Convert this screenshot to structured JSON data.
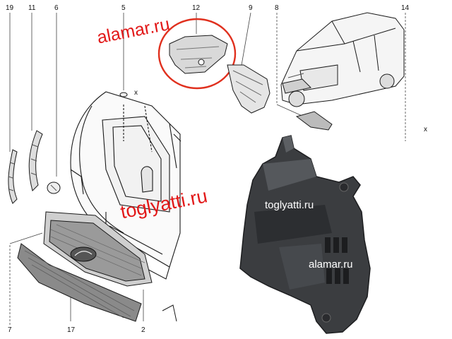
{
  "callouts": {
    "c19": "19",
    "c11": "11",
    "c6": "6",
    "c5": "5",
    "c12": "12",
    "c9": "9",
    "c8": "8",
    "c14": "14",
    "c7": "7",
    "c17": "17",
    "c2": "2",
    "screw_x": "x",
    "x_right": "x"
  },
  "watermarks": {
    "top": "alamar.ru",
    "middle": "toglyatti.ru",
    "photo_top": "toglyatti.ru",
    "photo_bottom": "alamar.ru"
  },
  "colors": {
    "watermark": "#e21818",
    "highlight_circle": "#e0301e",
    "line_art": "#1a1a1a",
    "part_plastic": "#3b3d40"
  },
  "icons": {
    "highlight": "highlight-circle",
    "vehicle": "vehicle-outline-icon",
    "part_photo": "fender-liner-photo"
  }
}
